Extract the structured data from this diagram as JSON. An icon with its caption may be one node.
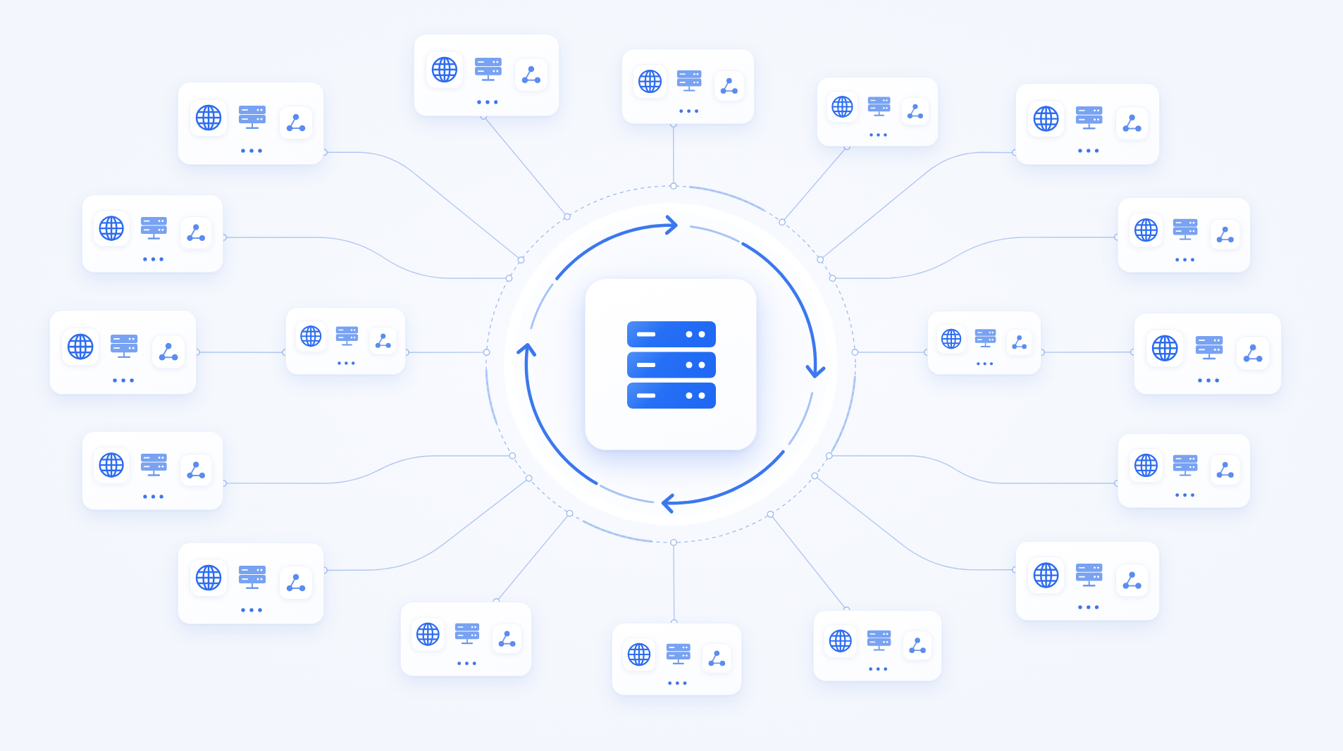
{
  "diagram": {
    "nodes": [
      {
        "text": [],
        "shape": "circle"
      },
      {
        "text": [],
        "shape": "box",
        "in": 0
      },
      {
        "text": [],
        "shape": "box"
      },
      {
        "text": [],
        "shape": "box"
      },
      {
        "text": [],
        "shape": "box"
      },
      {
        "text": [],
        "shape": "box"
      },
      {
        "text": [],
        "shape": "box"
      },
      {
        "text": [],
        "shape": "box"
      },
      {
        "text": [],
        "shape": "box"
      },
      {
        "text": [],
        "shape": "box"
      },
      {
        "text": [],
        "shape": "box"
      },
      {
        "text": [],
        "shape": "box"
      },
      {
        "text": [],
        "shape": "box"
      },
      {
        "text": [],
        "shape": "box"
      },
      {
        "text": [],
        "shape": "box"
      },
      {
        "text": [],
        "shape": "box"
      },
      {
        "text": [],
        "shape": "box"
      },
      {
        "text": [],
        "shape": "box"
      },
      {
        "text": [],
        "shape": "box"
      },
      {
        "text": [],
        "shape": "box"
      }
    ],
    "edges": [
      {
        "from": 2,
        "to": 0,
        "arrow": "other"
      },
      {
        "from": 3,
        "to": 0,
        "arrow": "other"
      },
      {
        "from": 4,
        "to": 0,
        "arrow": "other"
      },
      {
        "from": 5,
        "to": 0,
        "arrow": "other"
      },
      {
        "from": 6,
        "to": 0,
        "arrow": "other"
      },
      {
        "from": 7,
        "to": 0,
        "arrow": "other"
      },
      {
        "from": 8,
        "to": 0,
        "arrow": "other"
      },
      {
        "from": 9,
        "to": 10,
        "arrow": "other"
      },
      {
        "from": 10,
        "to": 0,
        "arrow": "other"
      },
      {
        "from": 11,
        "to": 0,
        "arrow": "other"
      },
      {
        "from": 12,
        "to": 11,
        "arrow": "other"
      },
      {
        "from": 13,
        "to": 0,
        "arrow": "other"
      },
      {
        "from": 14,
        "to": 0,
        "arrow": "other"
      },
      {
        "from": 15,
        "to": 0,
        "arrow": "other"
      },
      {
        "from": 16,
        "to": 0,
        "arrow": "other"
      },
      {
        "from": 17,
        "to": 0,
        "arrow": "other"
      },
      {
        "from": 18,
        "to": 0,
        "arrow": "other"
      },
      {
        "from": 19,
        "to": 0,
        "arrow": "other"
      }
    ]
  }
}
